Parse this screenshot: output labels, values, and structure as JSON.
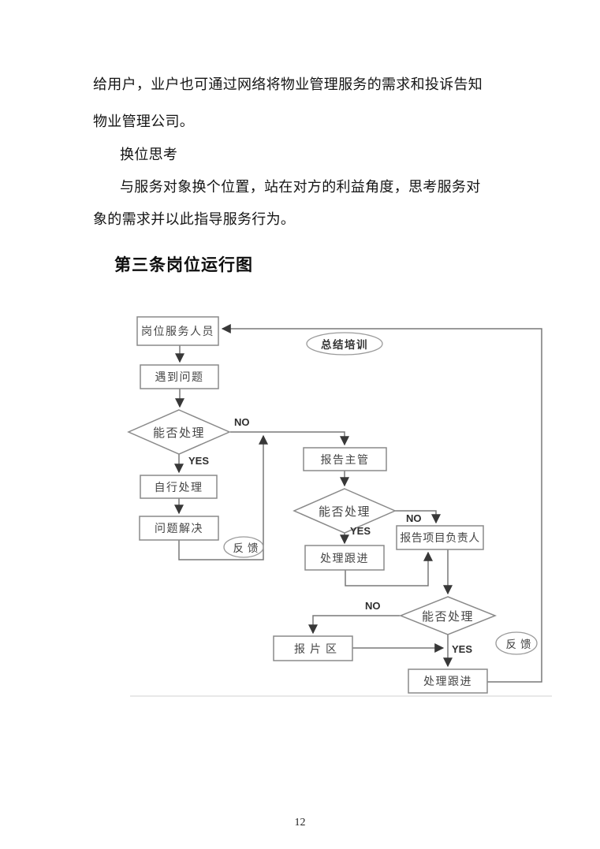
{
  "document": {
    "para1_line1": "给用户，业户也可通过网络将物业管理服务的需求和投诉告知",
    "para1_line2": "物业管理公司。",
    "subheading": "换位思考",
    "para2_line1": "与服务对象换个位置，站在对方的利益角度，思考服务对",
    "para2_line2": "象的需求并以此指导服务行为。",
    "section_heading": "第三条岗位运行图",
    "page_number": "12"
  },
  "flowchart": {
    "nodes": {
      "start": "岗位服务人员",
      "encounter": "遇到问题",
      "decision1": "能否处理",
      "self_handle": "自行处理",
      "solved": "问题解决",
      "report_supervisor": "报告主管",
      "decision2": "能否处理",
      "follow_up1": "处理跟进",
      "report_manager": "报告项目负责人",
      "decision3": "能否处理",
      "report_area": "报片区",
      "follow_up2": "处理跟进",
      "summary_training": "总结培训",
      "feedback1": "反馈",
      "feedback2": "反馈"
    },
    "labels": {
      "no1": "NO",
      "yes1": "YES",
      "no2": "NO",
      "yes2": "YES",
      "no3": "NO",
      "yes3": "YES"
    },
    "colors": {
      "line": "#787878",
      "box_border": "#8a8a8a",
      "arrow": "#383838",
      "node_text": "#454545",
      "image_edge": "#d9d9d9"
    }
  }
}
